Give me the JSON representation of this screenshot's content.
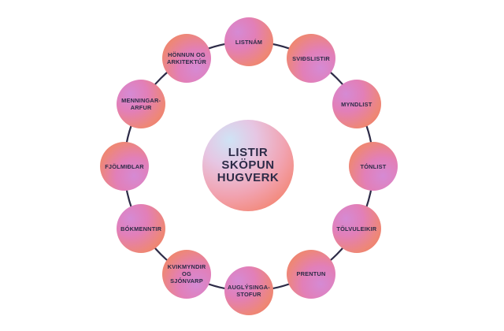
{
  "center": {
    "label": "LISTIR\nSKÖPUN\nHUGVERK"
  },
  "nodes": [
    {
      "label": "LISTNÁM"
    },
    {
      "label": "SVIÐSLISTIR"
    },
    {
      "label": "MYNDLIST"
    },
    {
      "label": "TÓNLIST"
    },
    {
      "label": "TÖLVULEIKIR"
    },
    {
      "label": "PRENTUN"
    },
    {
      "label": "AUGLÝSINGA-\nSTOFUR"
    },
    {
      "label": "KVIKMYNDIR\nOG SJÓNVARP"
    },
    {
      "label": "BÓKMENNTIR"
    },
    {
      "label": "FJÖLMIÐLAR"
    },
    {
      "label": "MENNINGAR-\nARFUR"
    },
    {
      "label": "HÖNNUN OG\nARKITEKTÚR"
    }
  ],
  "colors": {
    "ring_line": "#2d2b47",
    "text": "#2d2b47",
    "node_pink": "#d58ad4",
    "node_coral": "#f0775f"
  }
}
